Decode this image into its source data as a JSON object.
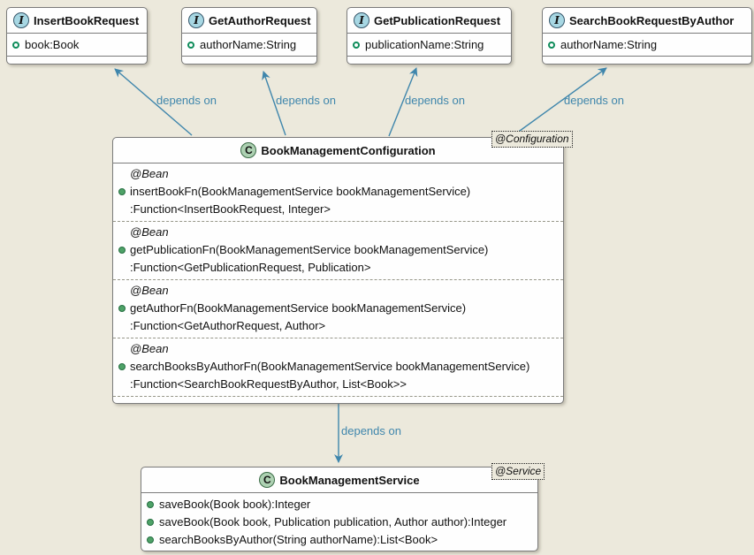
{
  "diagram": {
    "type": "uml-class-diagram",
    "colors": {
      "background": "#ECE9DC",
      "arrow": "#3F86AC",
      "interface_icon_fill": "#A7D7E3",
      "class_icon_fill": "#ADD1B2",
      "box_border": "#7B7B7B"
    },
    "icons": {
      "interface_letter": "I",
      "class_letter": "C"
    },
    "interfaces": [
      {
        "name": "InsertBookRequest",
        "attribute": "book:Book"
      },
      {
        "name": "GetAuthorRequest",
        "attribute": "authorName:String"
      },
      {
        "name": "GetPublicationRequest",
        "attribute": "publicationName:String"
      },
      {
        "name": "SearchBookRequestByAuthor",
        "attribute": "authorName:String"
      }
    ],
    "configuration_class": {
      "name": "BookManagementConfiguration",
      "stereotype": "@Configuration",
      "beans": [
        {
          "annotation": "@Bean",
          "signature": "insertBookFn(BookManagementService bookManagementService)",
          "returns": ":Function<InsertBookRequest, Integer>"
        },
        {
          "annotation": "@Bean",
          "signature": "getPublicationFn(BookManagementService bookManagementService)",
          "returns": ":Function<GetPublicationRequest, Publication>"
        },
        {
          "annotation": "@Bean",
          "signature": "getAuthorFn(BookManagementService bookManagementService)",
          "returns": ":Function<GetAuthorRequest, Author>"
        },
        {
          "annotation": "@Bean",
          "signature": "searchBooksByAuthorFn(BookManagementService bookManagementService)",
          "returns": ":Function<SearchBookRequestByAuthor, List<Book>>"
        }
      ]
    },
    "service_class": {
      "name": "BookManagementService",
      "stereotype": "@Service",
      "methods": [
        "saveBook(Book book):Integer",
        "saveBook(Book book, Publication publication, Author author):Integer",
        "searchBooksByAuthor(String authorName):List<Book>"
      ]
    },
    "edges": {
      "labels": [
        "depends on",
        "depends on",
        "depends on",
        "depends on",
        "depends on"
      ]
    }
  }
}
